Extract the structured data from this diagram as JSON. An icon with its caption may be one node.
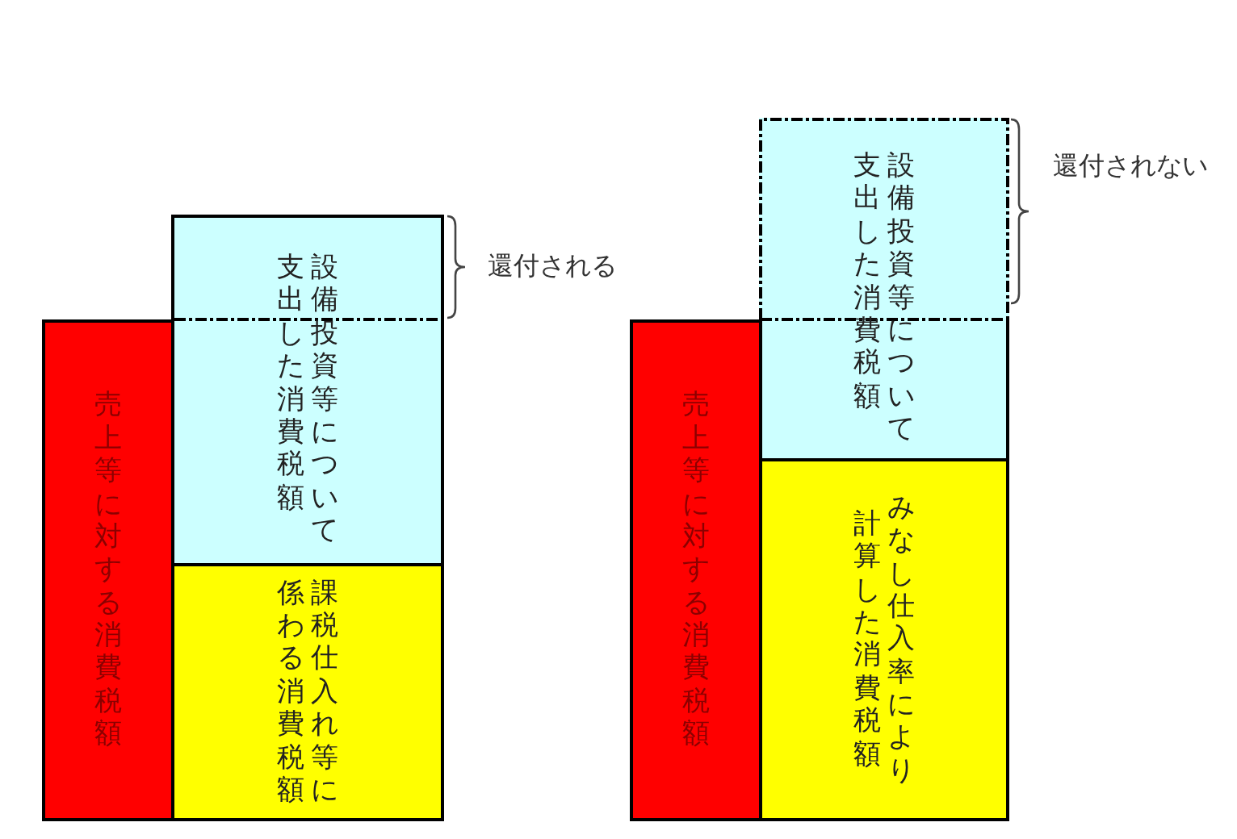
{
  "diagram": {
    "nodes": [
      {
        "text": [
          "売上等に対する消費税額"
        ]
      },
      {
        "text": [
          "設備投資等について支出した消費税額"
        ],
        "beside": [
          "還付される"
        ]
      },
      {
        "text": [
          "課税仕入れ等に係わる消費税額"
        ]
      },
      {
        "text": [
          "売上等に対する消費税額"
        ]
      },
      {
        "text": [
          "設備投資等について支出した消費税額"
        ],
        "beside": [
          "還付されない"
        ]
      },
      {
        "text": [
          "みなし仕入率により計算した消費税額"
        ]
      }
    ]
  }
}
